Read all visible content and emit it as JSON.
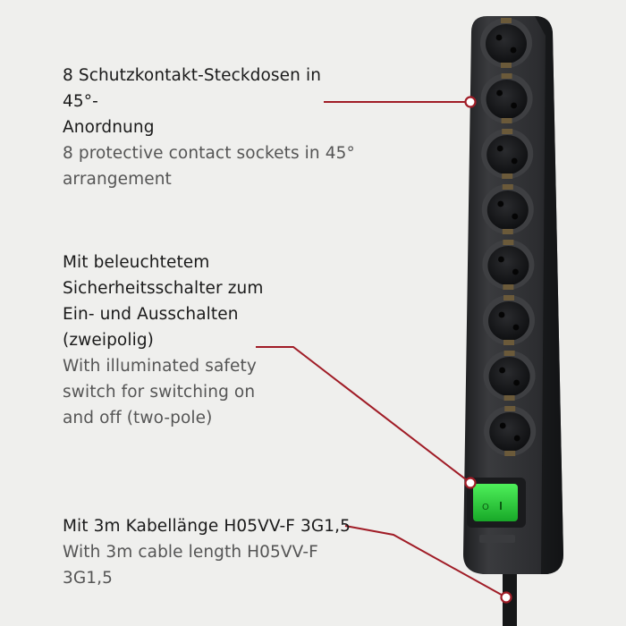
{
  "features": [
    {
      "german": [
        "8 Schutzkontakt-Steckdosen in 45°-",
        "Anordnung"
      ],
      "english": [
        "8 protective contact sockets in 45°",
        "arrangement"
      ]
    },
    {
      "german": [
        "Mit beleuchtetem",
        "Sicherheitsschalter zum",
        "Ein- und Ausschalten",
        "(zweipolig)"
      ],
      "english": [
        "With illuminated safety",
        "switch for switching on",
        "and off (two-pole)"
      ]
    },
    {
      "german": [
        "Mit 3m Kabellänge H05VV-F 3G1,5"
      ],
      "english": [
        "With 3m cable length H05VV-F 3G1,5"
      ]
    }
  ],
  "colors": {
    "background": "#efefed",
    "callout_line": "#a01c26",
    "product_body": "#2b2c2e",
    "switch": "#2bd13a"
  }
}
